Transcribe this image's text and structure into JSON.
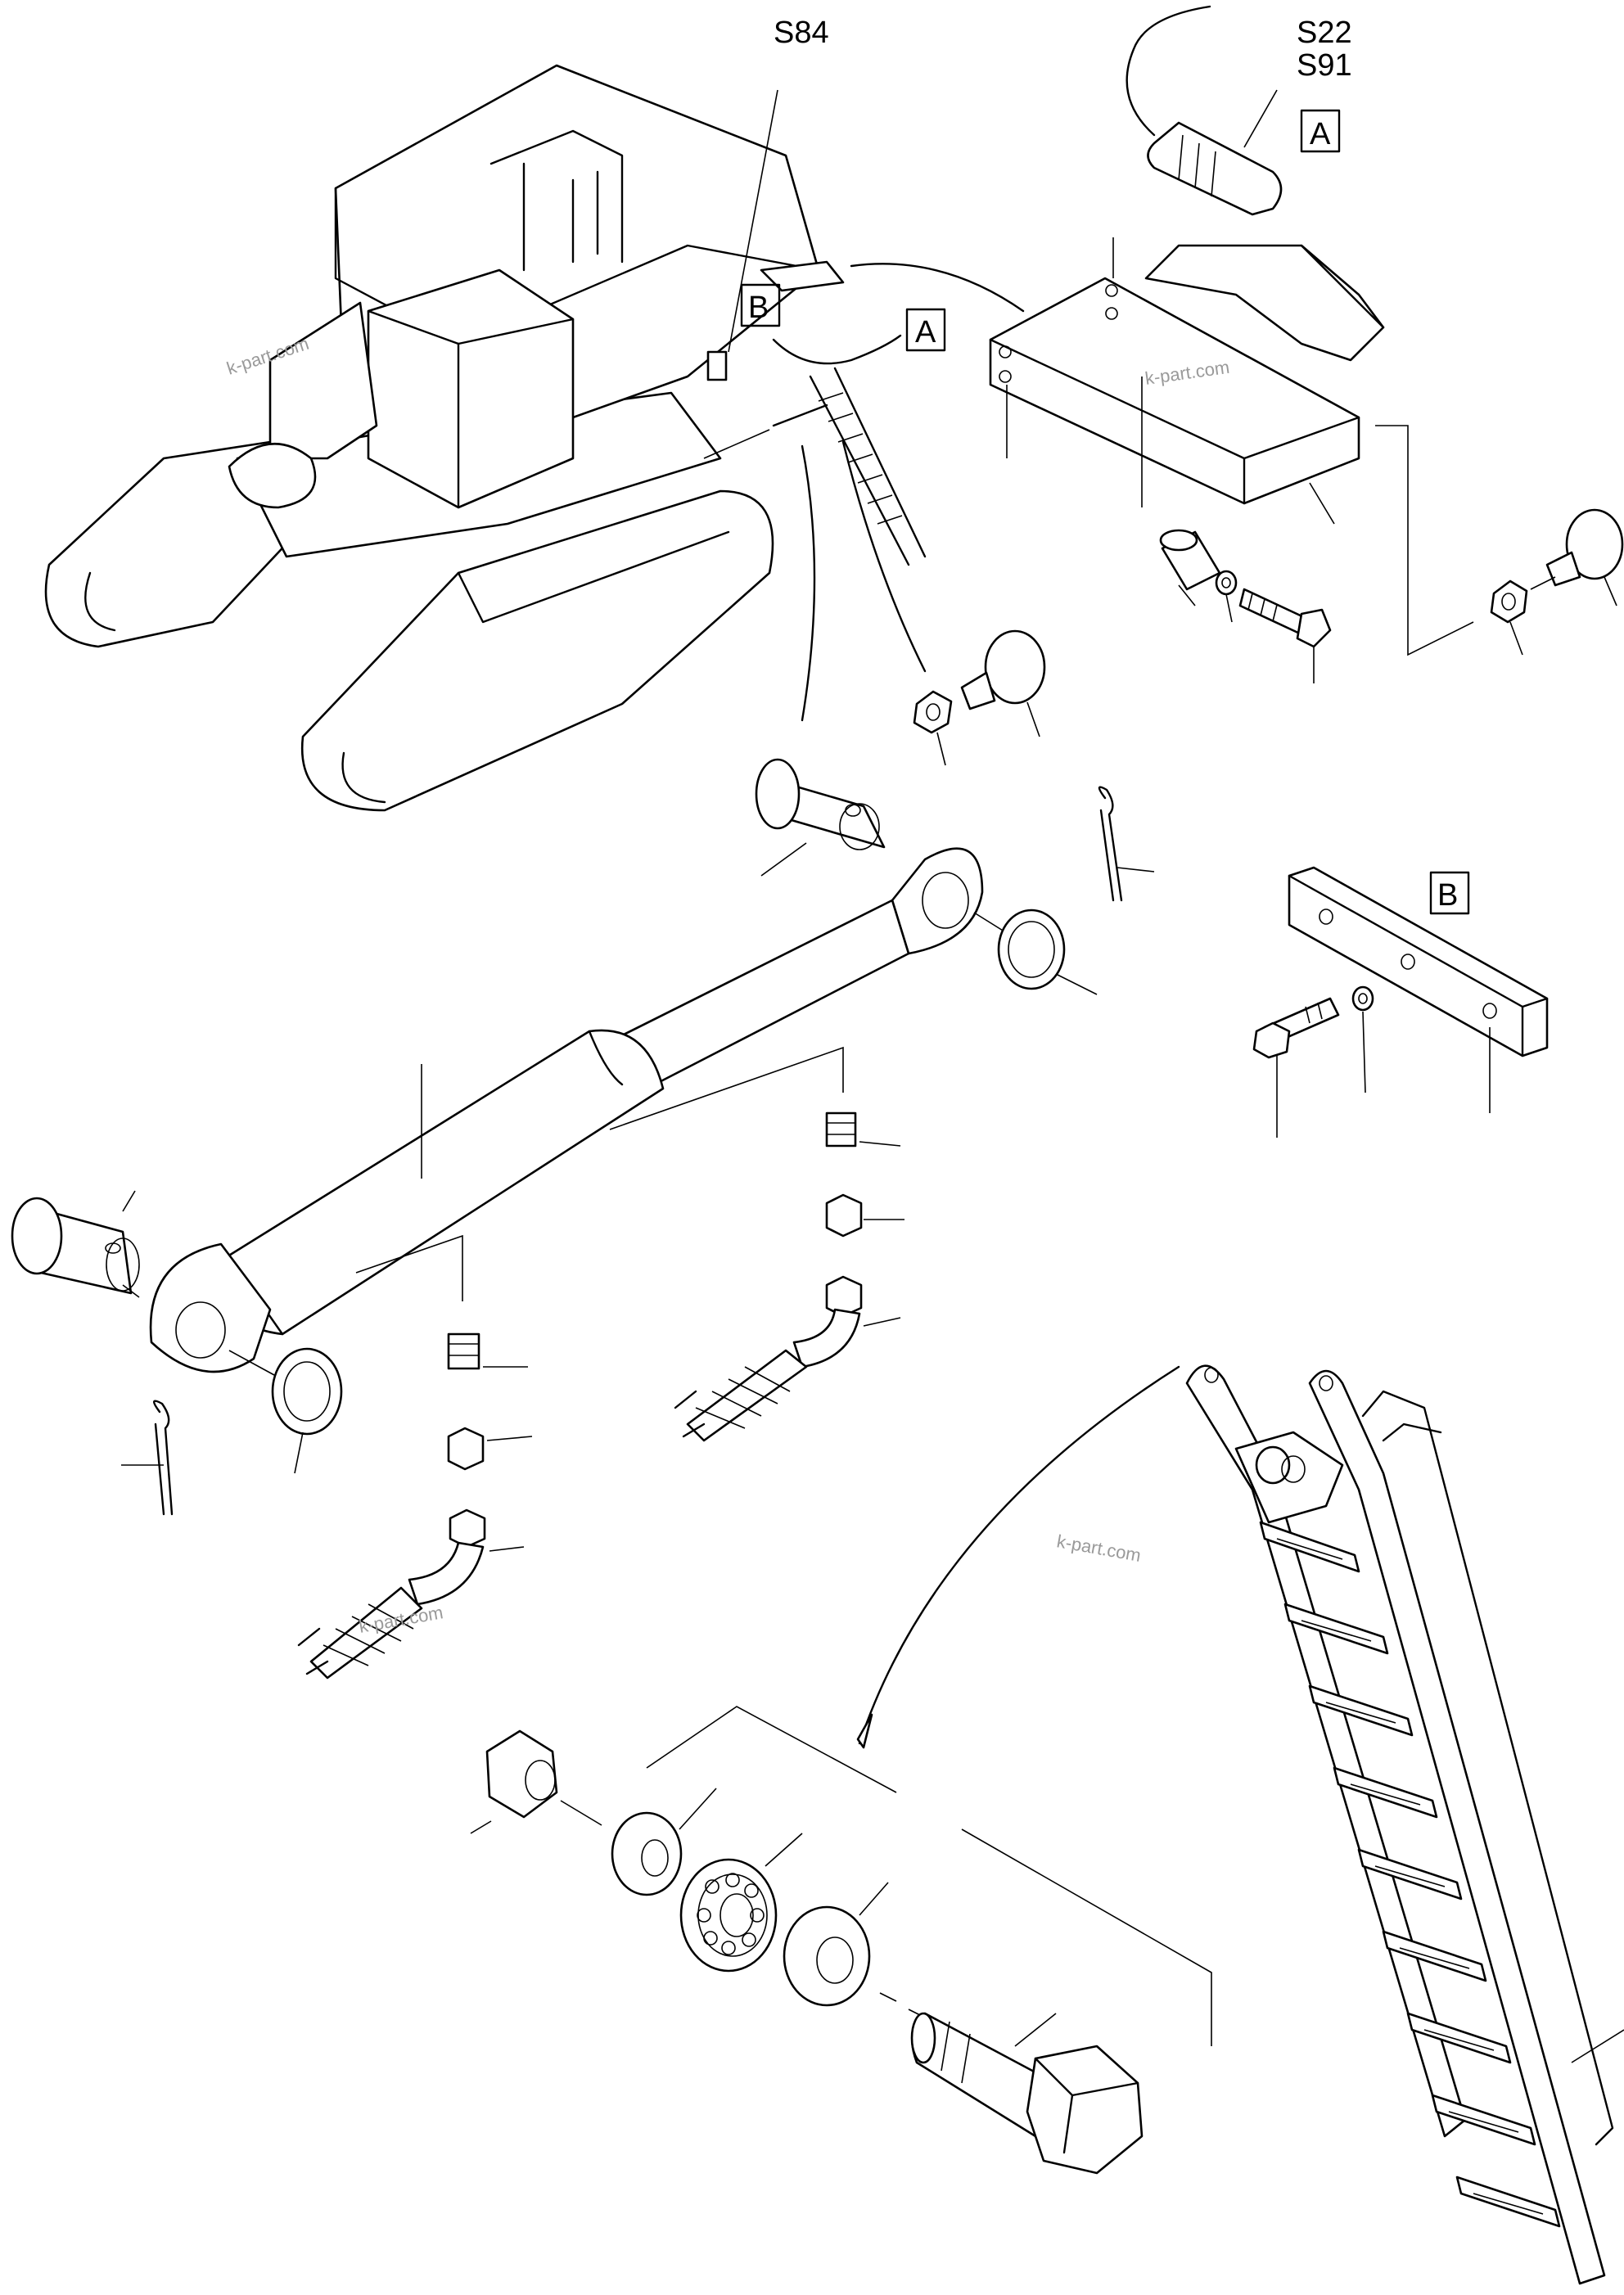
{
  "labels": {
    "s84": "S84",
    "s22": "S22",
    "s91": "S91",
    "box_a": "A",
    "box_b": "B"
  },
  "watermark": "k-part.com"
}
